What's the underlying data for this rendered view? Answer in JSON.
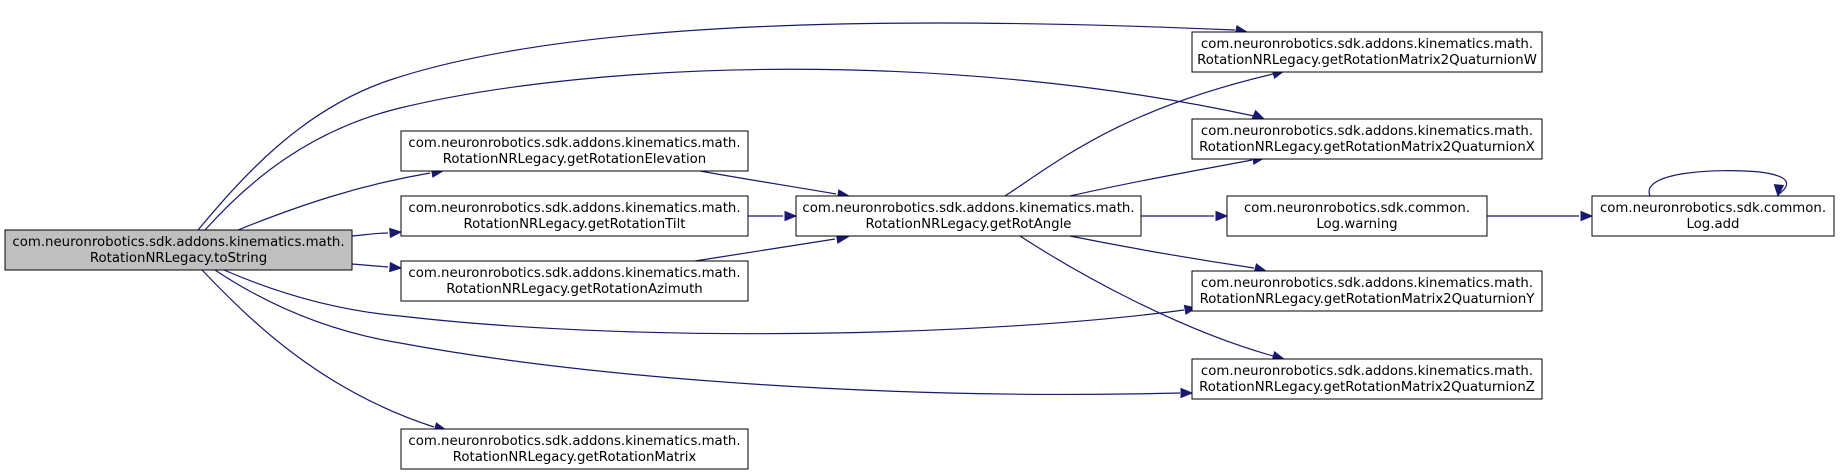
{
  "colors": {
    "edge": "#191970",
    "node_fill": "#ffffff",
    "root_fill": "#bfbfbf",
    "node_stroke": "#000000",
    "text": "#000000"
  },
  "nodes": [
    {
      "id": "toString",
      "line1": "com.neuronrobotics.sdk.addons.kinematics.math.",
      "line2": "RotationNRLegacy.toString",
      "highlighted": true
    },
    {
      "id": "getRotationElevation",
      "line1": "com.neuronrobotics.sdk.addons.kinematics.math.",
      "line2": "RotationNRLegacy.getRotationElevation",
      "highlighted": false
    },
    {
      "id": "getRotationTilt",
      "line1": "com.neuronrobotics.sdk.addons.kinematics.math.",
      "line2": "RotationNRLegacy.getRotationTilt",
      "highlighted": false
    },
    {
      "id": "getRotationAzimuth",
      "line1": "com.neuronrobotics.sdk.addons.kinematics.math.",
      "line2": "RotationNRLegacy.getRotationAzimuth",
      "highlighted": false
    },
    {
      "id": "getRotationMatrix",
      "line1": "com.neuronrobotics.sdk.addons.kinematics.math.",
      "line2": "RotationNRLegacy.getRotationMatrix",
      "highlighted": false
    },
    {
      "id": "getRotAngle",
      "line1": "com.neuronrobotics.sdk.addons.kinematics.math.",
      "line2": "RotationNRLegacy.getRotAngle",
      "highlighted": false
    },
    {
      "id": "quatW",
      "line1": "com.neuronrobotics.sdk.addons.kinematics.math.",
      "line2": "RotationNRLegacy.getRotationMatrix2QuaturnionW",
      "highlighted": false
    },
    {
      "id": "quatX",
      "line1": "com.neuronrobotics.sdk.addons.kinematics.math.",
      "line2": "RotationNRLegacy.getRotationMatrix2QuaturnionX",
      "highlighted": false
    },
    {
      "id": "warning",
      "line1": "com.neuronrobotics.sdk.common.",
      "line2": "Log.warning",
      "highlighted": false
    },
    {
      "id": "quatY",
      "line1": "com.neuronrobotics.sdk.addons.kinematics.math.",
      "line2": "RotationNRLegacy.getRotationMatrix2QuaturnionY",
      "highlighted": false
    },
    {
      "id": "quatZ",
      "line1": "com.neuronrobotics.sdk.addons.kinematics.math.",
      "line2": "RotationNRLegacy.getRotationMatrix2QuaturnionZ",
      "highlighted": false
    },
    {
      "id": "add",
      "line1": "com.neuronrobotics.sdk.common.",
      "line2": "Log.add",
      "highlighted": false
    }
  ],
  "edges": [
    {
      "from": "toString",
      "to": "quatW"
    },
    {
      "from": "toString",
      "to": "quatX"
    },
    {
      "from": "toString",
      "to": "getRotationElevation"
    },
    {
      "from": "toString",
      "to": "getRotationTilt"
    },
    {
      "from": "toString",
      "to": "getRotationAzimuth"
    },
    {
      "from": "toString",
      "to": "quatY"
    },
    {
      "from": "toString",
      "to": "quatZ"
    },
    {
      "from": "toString",
      "to": "getRotationMatrix"
    },
    {
      "from": "getRotationElevation",
      "to": "getRotAngle"
    },
    {
      "from": "getRotationTilt",
      "to": "getRotAngle"
    },
    {
      "from": "getRotationAzimuth",
      "to": "getRotAngle"
    },
    {
      "from": "getRotAngle",
      "to": "quatW"
    },
    {
      "from": "getRotAngle",
      "to": "quatX"
    },
    {
      "from": "getRotAngle",
      "to": "warning"
    },
    {
      "from": "getRotAngle",
      "to": "quatY"
    },
    {
      "from": "getRotAngle",
      "to": "quatZ"
    },
    {
      "from": "warning",
      "to": "add"
    },
    {
      "from": "add",
      "to": "add"
    }
  ]
}
